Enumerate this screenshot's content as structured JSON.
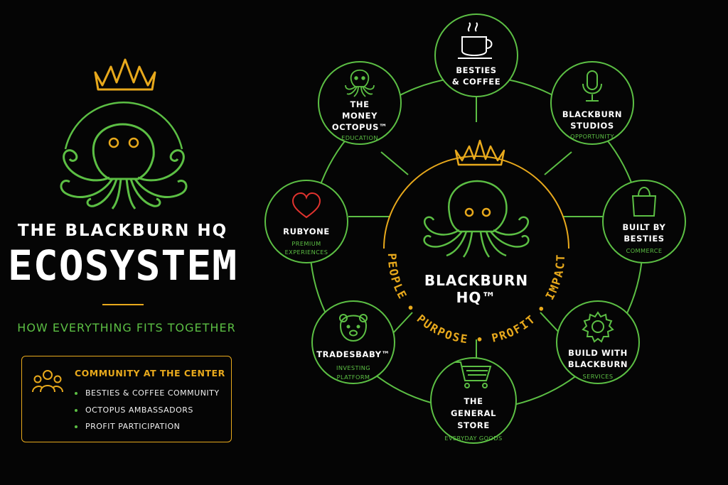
{
  "title": {
    "top": "THE BLACKBURN HQ",
    "main": "ECOSYSTEM",
    "tagline": "HOW EVERYTHING FITS TOGETHER"
  },
  "community": {
    "title": "COMMUNITY AT THE CENTER",
    "items": [
      "BESTIES & COFFEE COMMUNITY",
      "OCTOPUS AMBASSADORS",
      "PROFIT PARTICIPATION"
    ]
  },
  "center": {
    "lines": [
      "BLACKBURN",
      "HQ™"
    ],
    "values": "PEOPLE • PURPOSE • PROFIT • IMPACT"
  },
  "nodes": {
    "coffee": {
      "lines": [
        "BESTIES",
        "& COFFEE"
      ],
      "sub": ""
    },
    "studios": {
      "lines": [
        "BLACKBURN",
        "STUDIOS"
      ],
      "sub": "OPPORTUNITY"
    },
    "besties": {
      "lines": [
        "BUILT BY",
        "BESTIES"
      ],
      "sub": "COMMERCE"
    },
    "build": {
      "lines": [
        "BUILD WITH",
        "BLACKBURN"
      ],
      "sub": "SERVICES"
    },
    "store": {
      "lines": [
        "THE",
        "GENERAL",
        "STORE"
      ],
      "sub": "EVERYDAY GOODS"
    },
    "trades": {
      "lines": [
        "TRADESBABY™"
      ],
      "sub_lines": [
        "INVESTING",
        "PLATFORM"
      ]
    },
    "ruby": {
      "lines": [
        "RUBYONE"
      ],
      "sub_lines": [
        "PREMIUM",
        "EXPERIENCES"
      ]
    },
    "octopus": {
      "lines": [
        "THE",
        "MONEY",
        "OCTOPUS™"
      ],
      "sub": "EDUCATION"
    }
  },
  "colors": {
    "background": "#050505",
    "green": "#5cbf44",
    "gold": "#e8a91c",
    "heart": "#e0332e",
    "text": "#ffffff"
  },
  "icons": {
    "hero": "octopus-crown-icon",
    "community": "people-group-icon",
    "coffee": "coffee-cup-icon",
    "studios": "microphone-icon",
    "besties": "shopping-bag-icon",
    "build": "gear-icon",
    "store": "shopping-cart-icon",
    "trades": "bear-icon",
    "ruby": "heart-icon",
    "octopus": "octopus-icon"
  }
}
